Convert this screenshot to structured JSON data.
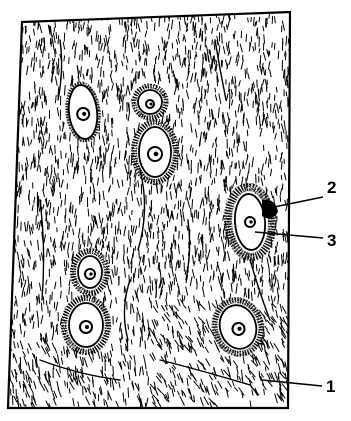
{
  "labels": {
    "one": "1",
    "two": "2",
    "three": "3"
  },
  "colors": {
    "ink": "#000000",
    "paper": "#ffffff"
  }
}
